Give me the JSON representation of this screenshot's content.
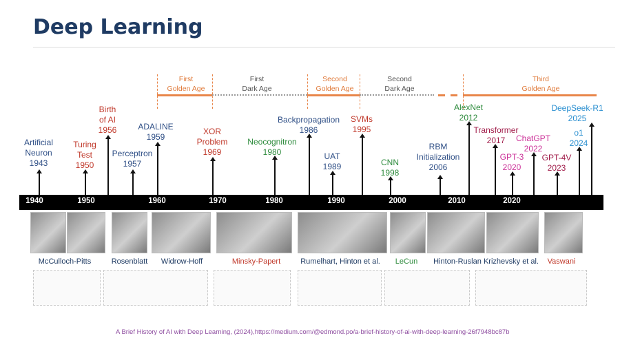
{
  "title": "Deep Learning",
  "eras": [
    {
      "label": "First\nGolden Age",
      "style": "orange"
    },
    {
      "label": "First\nDark Age",
      "style": "gray"
    },
    {
      "label": "Second\nGolden Age",
      "style": "orange"
    },
    {
      "label": "Second\nDark Age",
      "style": "gray"
    },
    {
      "label": "Third\nGolden Age",
      "style": "orange"
    }
  ],
  "decades": [
    "1940",
    "1950",
    "1960",
    "1970",
    "1980",
    "1990",
    "2000",
    "2010",
    "2020"
  ],
  "events": [
    {
      "label": "Artificial\nNeuron\n1943",
      "color": "#2f4f86"
    },
    {
      "label": "Turing\nTest\n1950",
      "color": "#c0392b"
    },
    {
      "label": "Birth\nof AI\n1956",
      "color": "#c0392b"
    },
    {
      "label": "Perceptron\n1957",
      "color": "#2f4f86"
    },
    {
      "label": "ADALINE\n1959",
      "color": "#2f4f86"
    },
    {
      "label": "XOR\nProblem\n1969",
      "color": "#c0392b"
    },
    {
      "label": "Neocognitron\n1980",
      "color": "#2e8b3d"
    },
    {
      "label": "Backpropagation\n1986",
      "color": "#2f4f86"
    },
    {
      "label": "UAT\n1989",
      "color": "#2f4f86"
    },
    {
      "label": "SVMs\n1995",
      "color": "#c0392b"
    },
    {
      "label": "CNN\n1998",
      "color": "#2e8b3d"
    },
    {
      "label": "RBM\nInitialization\n2006",
      "color": "#2f4f86"
    },
    {
      "label": "AlexNet\n2012",
      "color": "#2e8b3d"
    },
    {
      "label": "Transformer\n2017",
      "color": "#a11d4a"
    },
    {
      "label": "GPT-3\n2020",
      "color": "#cc3399"
    },
    {
      "label": "ChatGPT\n2022",
      "color": "#cc3399"
    },
    {
      "label": "GPT-4V\n2023",
      "color": "#a11d4a"
    },
    {
      "label": "o1\n2024",
      "color": "#2a8fd0"
    },
    {
      "label": "DeepSeek-R1\n2025",
      "color": "#2a8fd0"
    }
  ],
  "people": [
    {
      "label": "McCulloch-Pitts",
      "color": "#1f3b63"
    },
    {
      "label": "Rosenblatt",
      "color": "#1f3b63"
    },
    {
      "label": "Widrow-Hoff",
      "color": "#1f3b63"
    },
    {
      "label": "Minsky-Papert",
      "color": "#c0392b"
    },
    {
      "label": "Rumelhart, Hinton et al.",
      "color": "#1f3b63"
    },
    {
      "label": "LeCun",
      "color": "#2e8b3d"
    },
    {
      "label": "Hinton-Ruslan",
      "color": "#1f3b63"
    },
    {
      "label": "Krizhevsky et al.",
      "color": "#1f3b63"
    },
    {
      "label": "Vaswani",
      "color": "#c0392b"
    }
  ],
  "citation": "A Brief History of AI with Deep Learning, (2024),https://medium.com/@edmond.po/a-brief-history-of-ai-with-deep-learning-26f7948bc87b"
}
